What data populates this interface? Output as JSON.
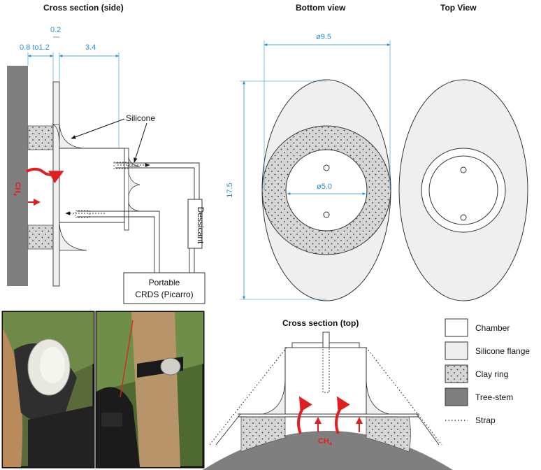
{
  "titles": {
    "side": "Cross section (side)",
    "bottom": "Bottom view",
    "top_view": "Top View",
    "top_section": "Cross section (top)"
  },
  "dimensions": {
    "gap": "0.8 to1.2",
    "flange_thickness": "0.2",
    "chamber_depth": "3.4",
    "width": "ø9.5",
    "height": "17.5",
    "inner_diameter": "ø5.0"
  },
  "labels": {
    "silicone": "Silicone",
    "dessicant": "Dessicant",
    "analyzer_line1": "Portable",
    "analyzer_line2": "CRDS (Picarro)",
    "gas": "CH",
    "gas_sub": "4"
  },
  "legend": [
    {
      "label": "Chamber",
      "swatch": "#ffffff"
    },
    {
      "label": "Silicone flange",
      "swatch": "#efefef"
    },
    {
      "label": "Clay ring",
      "swatch": "#d6d6d6"
    },
    {
      "label": "Tree-stem",
      "swatch": "#7f7f7f"
    },
    {
      "label": "Strap",
      "swatch": "dotted"
    }
  ],
  "colors": {
    "dimension": "#2a8fd0",
    "flux_arrow": "#e02020",
    "tree": "#7f7f7f",
    "clay": "#d6d6d6",
    "silicone": "#efefef"
  }
}
